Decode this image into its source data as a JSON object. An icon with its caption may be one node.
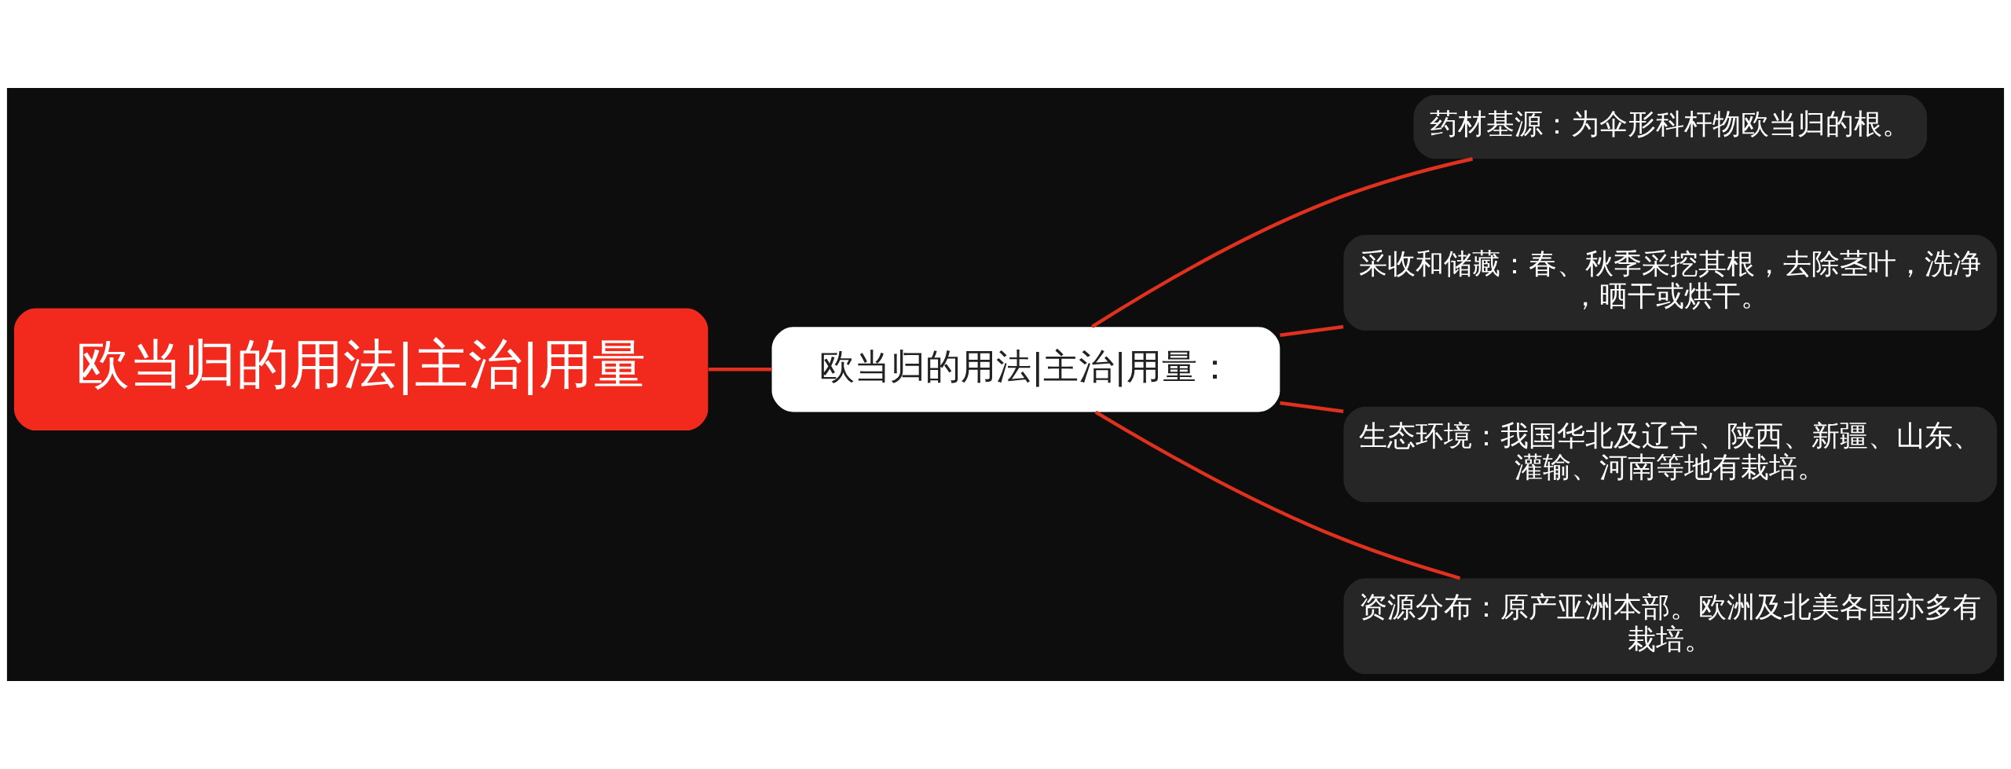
{
  "diagram": {
    "nodes": [
      {
        "text": [
          "欧当归的用法|主治|用量"
        ]
      },
      {
        "text": [
          "欧当归的用法|主治|用量："
        ]
      },
      {
        "text": [
          "药材基源：为伞形科杆物欧当归的根。"
        ]
      },
      {
        "text": [
          "采收和储藏：春、秋季采挖其根，去除茎叶，洗净，晒干或烘干。"
        ]
      },
      {
        "text": [
          "生态环境：我国华北及辽宁、陕西、新疆、山东、灌输、河南等地有栽培。"
        ]
      },
      {
        "text": [
          "资源分布：原产亚洲本部。欧洲及北美各国亦多有栽培。"
        ]
      }
    ],
    "edges": [
      {
        "from": 0,
        "to": 1,
        "arrow": "none"
      },
      {
        "from": 1,
        "to": 2,
        "arrow": "none"
      },
      {
        "from": 1,
        "to": 3,
        "arrow": "none"
      },
      {
        "from": 1,
        "to": 4,
        "arrow": "none"
      },
      {
        "from": 1,
        "to": 5,
        "arrow": "none"
      }
    ]
  }
}
